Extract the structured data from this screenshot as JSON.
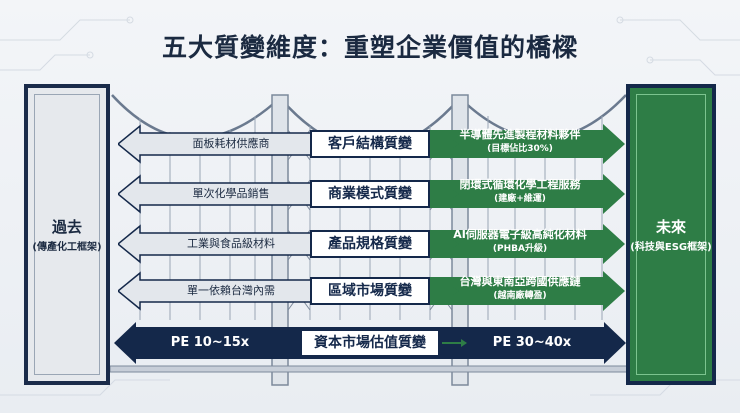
{
  "title": "五大質變維度：重塑企業價值的橋樑",
  "past": {
    "label": "過去",
    "sublabel": "(傳產化工框架)"
  },
  "future": {
    "label": "未來",
    "sublabel": "(科技與ESG框架)"
  },
  "rows": [
    {
      "center": "客戶結構質變",
      "left": "面板耗材供應商",
      "right": "半導體先進製程材料夥伴",
      "right_sub": "(目標佔比30%)"
    },
    {
      "center": "商業模式質變",
      "left": "單次化學品銷售",
      "right": "閉環式循環化學工程服務",
      "right_sub": "(建廠+維運)"
    },
    {
      "center": "產品規格質變",
      "left": "工業與食品級材料",
      "right": "AI伺服器電子級高純化材料",
      "right_sub": "(PHBA升級)"
    },
    {
      "center": "區域市場質變",
      "left": "單一依賴台灣內需",
      "right": "台灣與東南亞跨國供應鏈",
      "right_sub": "(越南廠轉盈)"
    }
  ],
  "valuation": {
    "center": "資本市場估值質變",
    "left": "PE 10~15x",
    "right": "PE 30~40x"
  },
  "colors": {
    "navy": "#14284a",
    "green": "#2e7d46",
    "grey": "#e6e9ed"
  }
}
